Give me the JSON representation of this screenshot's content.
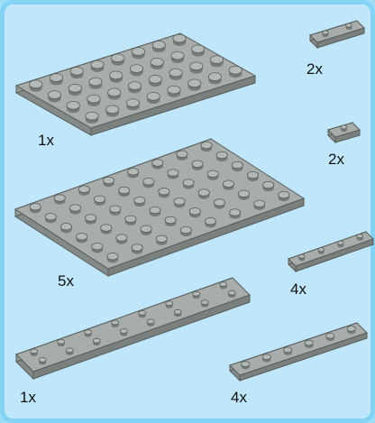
{
  "parts_list": {
    "background_color": "#bfe6fa",
    "border_color": "#84d3f5",
    "brick_color": "#a7adab",
    "items": [
      {
        "part": "plate-4x8",
        "quantity": "1x"
      },
      {
        "part": "plate-1x2",
        "quantity": "2x"
      },
      {
        "part": "plate-1x1",
        "quantity": "2x"
      },
      {
        "part": "plate-6x8",
        "quantity": "5x"
      },
      {
        "part": "plate-1x4",
        "quantity": "4x"
      },
      {
        "part": "plate-2x8",
        "quantity": "1x"
      },
      {
        "part": "plate-1x6",
        "quantity": "4x"
      }
    ]
  }
}
